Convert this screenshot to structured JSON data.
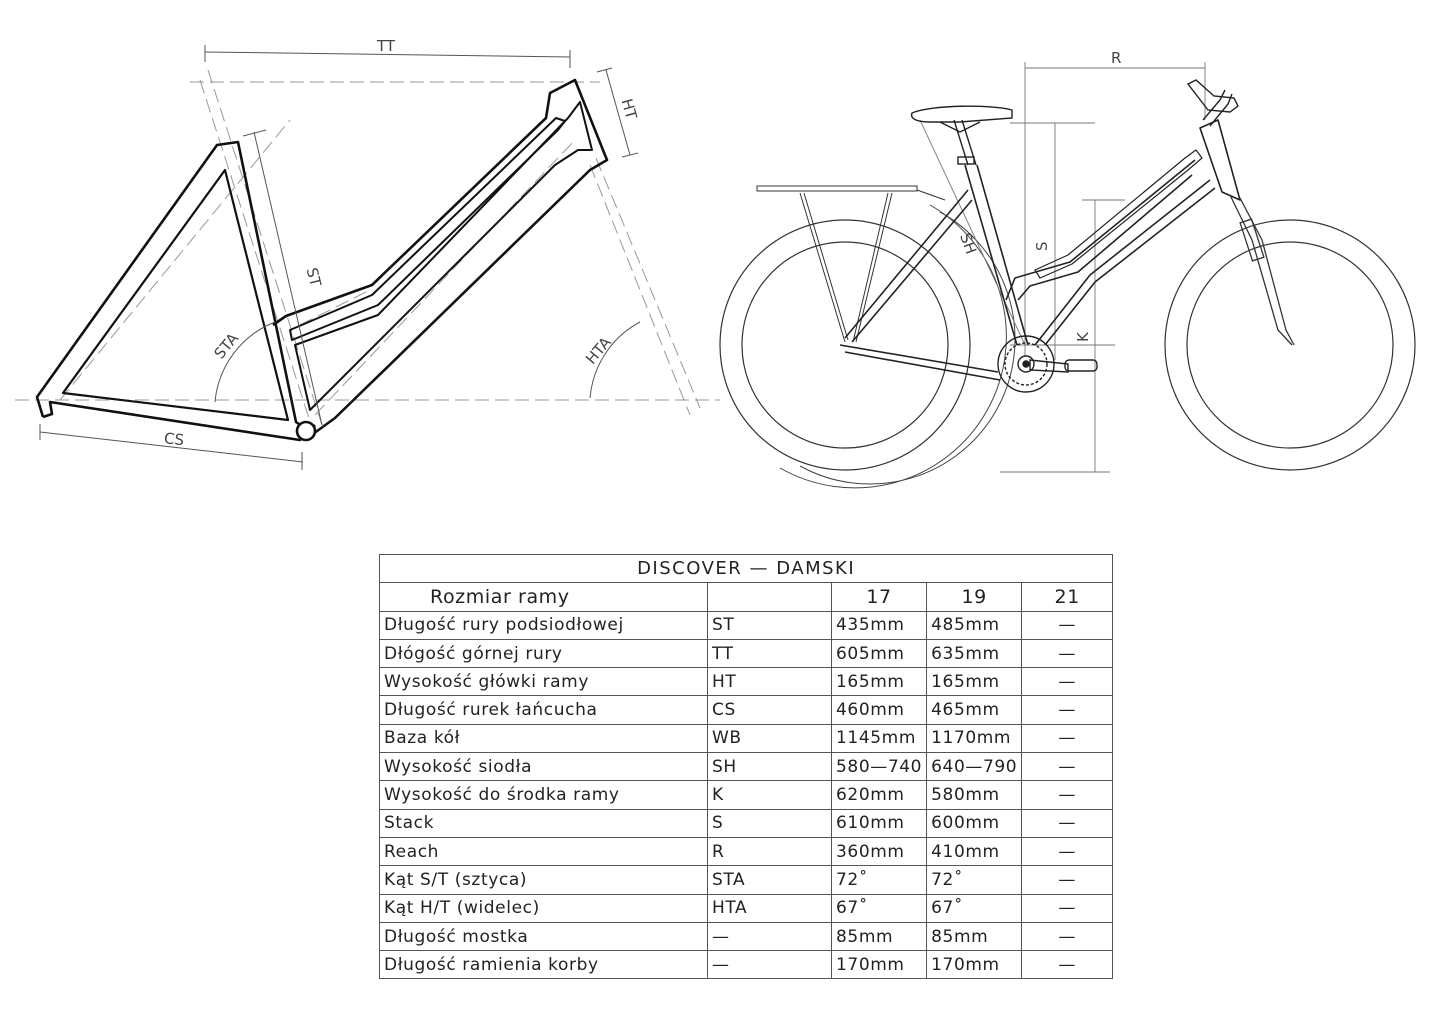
{
  "labels": {
    "tt": "TT",
    "ht": "HT",
    "st": "ST",
    "sta": "STA",
    "hta": "HTA",
    "cs": "CS",
    "r": "R",
    "s": "S",
    "sh": "SH",
    "k": "K"
  },
  "table": {
    "title": "DISCOVER — DAMSKI",
    "header": {
      "label": "Rozmiar ramy",
      "code": "",
      "sizes": [
        "17",
        "19",
        "21"
      ]
    },
    "rows": [
      {
        "label": "Długość rury podsiodłowej",
        "code": "ST",
        "v17": "435mm",
        "v19": "485mm",
        "v21": "—"
      },
      {
        "label": "Dłógość górnej rury",
        "code": "TT",
        "v17": "605mm",
        "v19": "635mm",
        "v21": "—"
      },
      {
        "label": "Wysokość główki ramy",
        "code": "HT",
        "v17": "165mm",
        "v19": "165mm",
        "v21": "—"
      },
      {
        "label": "Długość rurek łańcucha",
        "code": "CS",
        "v17": "460mm",
        "v19": "465mm",
        "v21": "—"
      },
      {
        "label": "Baza kół",
        "code": "WB",
        "v17": "1145mm",
        "v19": "1170mm",
        "v21": "—"
      },
      {
        "label": "Wysokość siodła",
        "code": "SH",
        "v17": "580—740",
        "v19": "640—790",
        "v21": "—"
      },
      {
        "label": "Wysokość do środka ramy",
        "code": "K",
        "v17": "620mm",
        "v19": "580mm",
        "v21": "—"
      },
      {
        "label": "Stack",
        "code": "S",
        "v17": "610mm",
        "v19": "600mm",
        "v21": "—"
      },
      {
        "label": "Reach",
        "code": "R",
        "v17": "360mm",
        "v19": "410mm",
        "v21": "—"
      },
      {
        "label": "Kąt S/T (sztyca)",
        "code": "STA",
        "v17": "72˚",
        "v19": "72˚",
        "v21": "—"
      },
      {
        "label": "Kąt H/T (widelec)",
        "code": "HTA",
        "v17": "67˚",
        "v19": "67˚",
        "v21": "—"
      },
      {
        "label": "Długość mostka",
        "code": "—",
        "v17": "85mm",
        "v19": "85mm",
        "v21": "—"
      },
      {
        "label": "Długość ramienia korby",
        "code": "—",
        "v17": "170mm",
        "v19": "170mm",
        "v21": "—"
      }
    ]
  }
}
